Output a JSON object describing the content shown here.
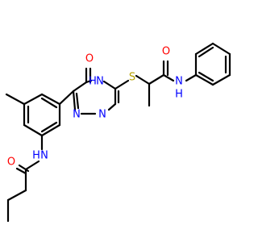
{
  "colors": {
    "background": "#ffffff",
    "bond": "#000000",
    "oxygen": "#ff0000",
    "nitrogen": "#0000ff",
    "sulfur": "#b5a000",
    "carbon": "#000000"
  },
  "atoms": {
    "o_ring": "O",
    "nh_ring": "H",
    "nh_ring_n": "N",
    "n_ring_a": "N",
    "n_ring_b": "N",
    "s_link": "S",
    "o_amide": "O",
    "nh_amide_n": "N",
    "nh_amide_h": "H",
    "nh_aniline_n": "N",
    "nh_aniline_h": "H",
    "o_propanoyl": "O"
  }
}
